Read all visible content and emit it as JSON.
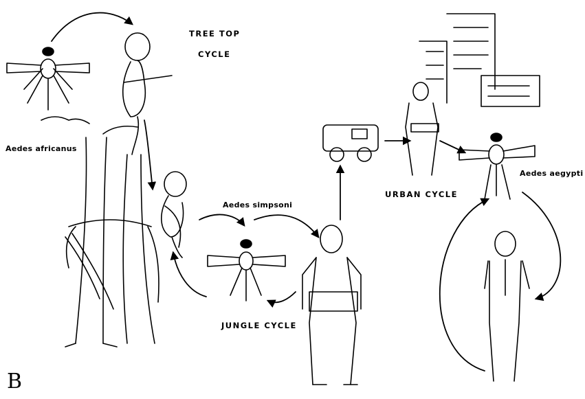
{
  "labels": {
    "tree_top_line1": "TREE TOP",
    "tree_top_line2": "CYCLE",
    "aedes_africanus": "Aedes africanus",
    "aedes_simpsoni": "Aedes simpsoni",
    "jungle_cycle": "JUNGLE CYCLE",
    "urban_cycle": "URBAN CYCLE",
    "aedes_aegypti": "Aedes aegypti"
  },
  "panel_letter": "B"
}
